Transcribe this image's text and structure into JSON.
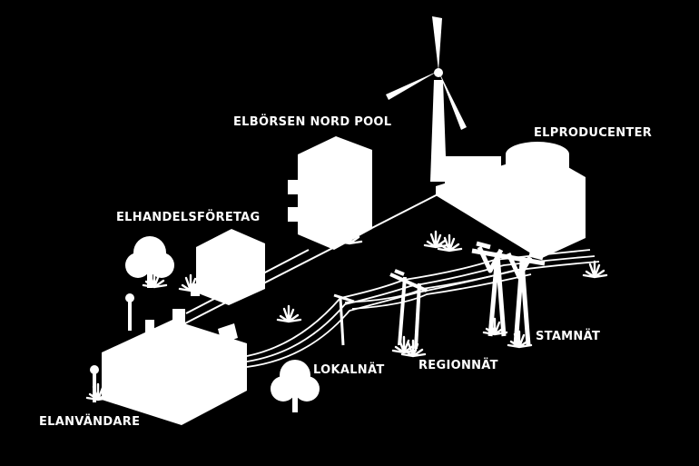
{
  "labels": {
    "exchange": "ELBÖRSEN NORD POOL",
    "producers": "ELPRODUCENTER",
    "retailers": "ELHANDELSFÖRETAG",
    "transmission": "STAMNÄT",
    "regional": "REGIONNÄT",
    "local": "LOKALNÄT",
    "consumers": "ELANVÄNDARE"
  },
  "colors": {
    "background": "#000000",
    "foreground": "#ffffff"
  }
}
